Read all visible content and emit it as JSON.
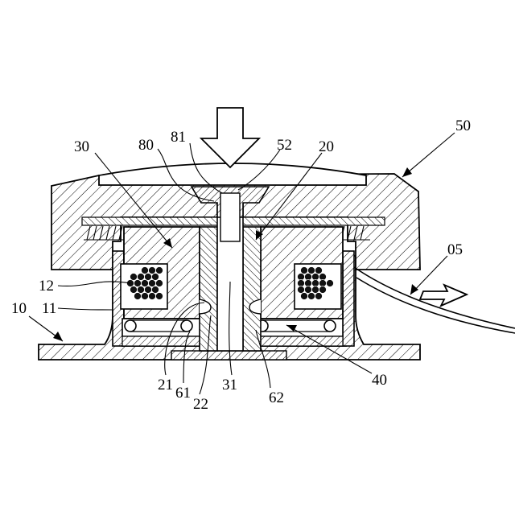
{
  "figure": {
    "labels": {
      "l05": "05",
      "l10": "10",
      "l11": "11",
      "l12": "12",
      "l20": "20",
      "l21": "21",
      "l22": "22",
      "l30": "30",
      "l31": "31",
      "l40": "40",
      "l50": "50",
      "l52": "52",
      "l61": "61",
      "l62": "62",
      "l80": "80",
      "l81": "81"
    }
  }
}
